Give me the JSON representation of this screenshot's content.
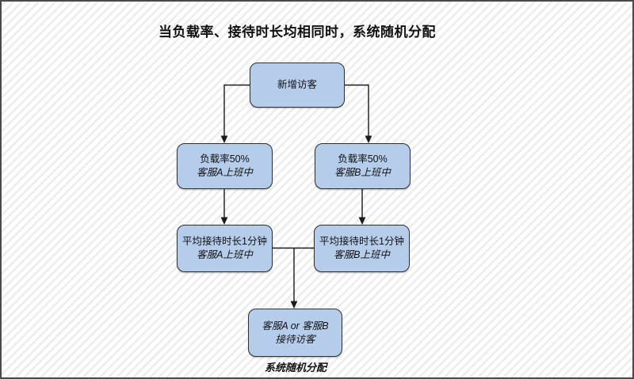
{
  "title": "当负载率、接待时长均相同时，系统随机分配",
  "nodes": {
    "new_visitor": {
      "line1": "新增访客"
    },
    "load_a": {
      "line1": "负载率50%",
      "line2": "客服A上班中"
    },
    "load_b": {
      "line1": "负载率50%",
      "line2": "客服B上班中"
    },
    "wait_a": {
      "line1": "平均接待时长1分钟",
      "line2": "客服A上班中"
    },
    "wait_b": {
      "line1": "平均接待时长1分钟",
      "line2": "客服B上班中"
    },
    "result": {
      "line1": "客服A or 客服B",
      "line2": "接待访客"
    }
  },
  "caption": "系统随机分配",
  "colors": {
    "node_fill": "#b5cdea",
    "node_border": "#2e2e2e",
    "connector": "#1a1a1a",
    "title_text": "#111111",
    "hatch_stripe": "#ececec",
    "frame_border": "#4a4a4a"
  }
}
